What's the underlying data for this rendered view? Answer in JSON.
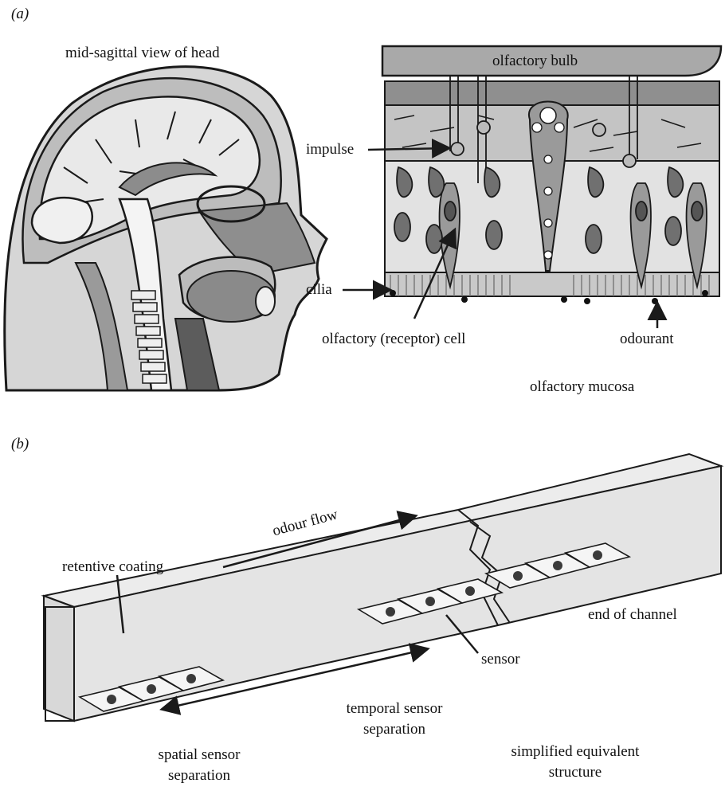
{
  "panel_a": {
    "letter": "(a)",
    "head_title": "mid-sagittal view of head",
    "olfactory_bulb": "olfactory bulb",
    "impulse": "impulse",
    "cilia": "cilia",
    "receptor_cell": "olfactory (receptor) cell",
    "odourant": "odourant",
    "mucosa": "olfactory mucosa"
  },
  "panel_b": {
    "letter": "(b)",
    "odour_flow": "odour flow",
    "retentive_coating": "retentive coating",
    "end_of_channel": "end of channel",
    "sensor": "sensor",
    "temporal_line1": "temporal sensor",
    "temporal_line2": "separation",
    "spatial_line1": "spatial sensor",
    "spatial_line2": "separation",
    "simplified_line1": "simplified equivalent",
    "simplified_line2": "structure"
  },
  "colors": {
    "line": "#1a1a1a",
    "tissue_light": "#d4d4d4",
    "tissue_mid": "#a8a8a8",
    "tissue_dark": "#6a6a6a",
    "channel_fill": "#e6e6e6"
  }
}
